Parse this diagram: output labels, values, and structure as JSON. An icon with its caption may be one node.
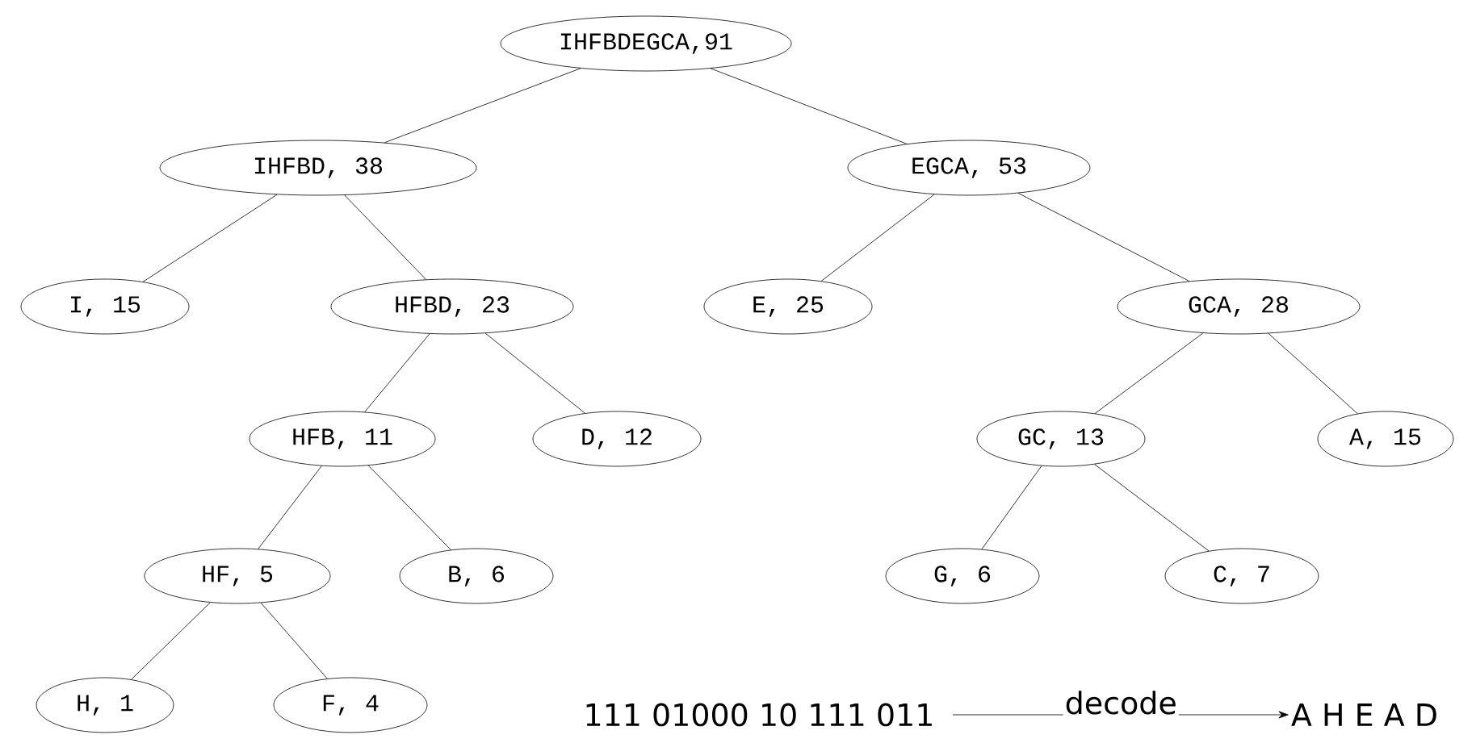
{
  "diagram": {
    "nodes": [
      {
        "text": [
          "IHFBDEGCA,91"
        ]
      },
      {
        "text": [
          "IHFBD, 38"
        ]
      },
      {
        "text": [
          "EGCA, 53"
        ]
      },
      {
        "text": [
          "I, 15"
        ]
      },
      {
        "text": [
          "HFBD, 23"
        ]
      },
      {
        "text": [
          "E, 25"
        ]
      },
      {
        "text": [
          "GCA, 28"
        ]
      },
      {
        "text": [
          "HFB, 11"
        ]
      },
      {
        "text": [
          "D, 12"
        ]
      },
      {
        "text": [
          "GC, 13"
        ]
      },
      {
        "text": [
          "A, 15"
        ]
      },
      {
        "text": [
          "HF, 5"
        ]
      },
      {
        "text": [
          "B, 6"
        ]
      },
      {
        "text": [
          "G, 6"
        ]
      },
      {
        "text": [
          "C, 7"
        ]
      },
      {
        "text": [
          "H, 1"
        ]
      },
      {
        "text": [
          "F, 4"
        ]
      },
      {
        "text": [
          "111 01000 10 111 011"
        ]
      },
      {
        "text": [
          "A H E A D"
        ]
      }
    ],
    "edges": [
      {
        "from": 0,
        "to": 1,
        "arrow": "none"
      },
      {
        "from": 0,
        "to": 2,
        "arrow": "none"
      },
      {
        "from": 1,
        "to": 3,
        "arrow": "none"
      },
      {
        "from": 1,
        "to": 4,
        "arrow": "none"
      },
      {
        "from": 2,
        "to": 5,
        "arrow": "none"
      },
      {
        "from": 2,
        "to": 6,
        "arrow": "none"
      },
      {
        "from": 4,
        "to": 7,
        "arrow": "none"
      },
      {
        "from": 4,
        "to": 8,
        "arrow": "none"
      },
      {
        "from": 6,
        "to": 9,
        "arrow": "none"
      },
      {
        "from": 6,
        "to": 10,
        "arrow": "none"
      },
      {
        "from": 7,
        "to": 11,
        "arrow": "none"
      },
      {
        "from": 7,
        "to": 12,
        "arrow": "none"
      },
      {
        "from": 9,
        "to": 13,
        "arrow": "none"
      },
      {
        "from": 9,
        "to": 14,
        "arrow": "none"
      },
      {
        "from": 11,
        "to": 15,
        "arrow": "none"
      },
      {
        "from": 11,
        "to": 16,
        "arrow": "none"
      },
      {
        "from": 17,
        "to": 18,
        "arrow": "to",
        "label": "decode"
      }
    ]
  }
}
